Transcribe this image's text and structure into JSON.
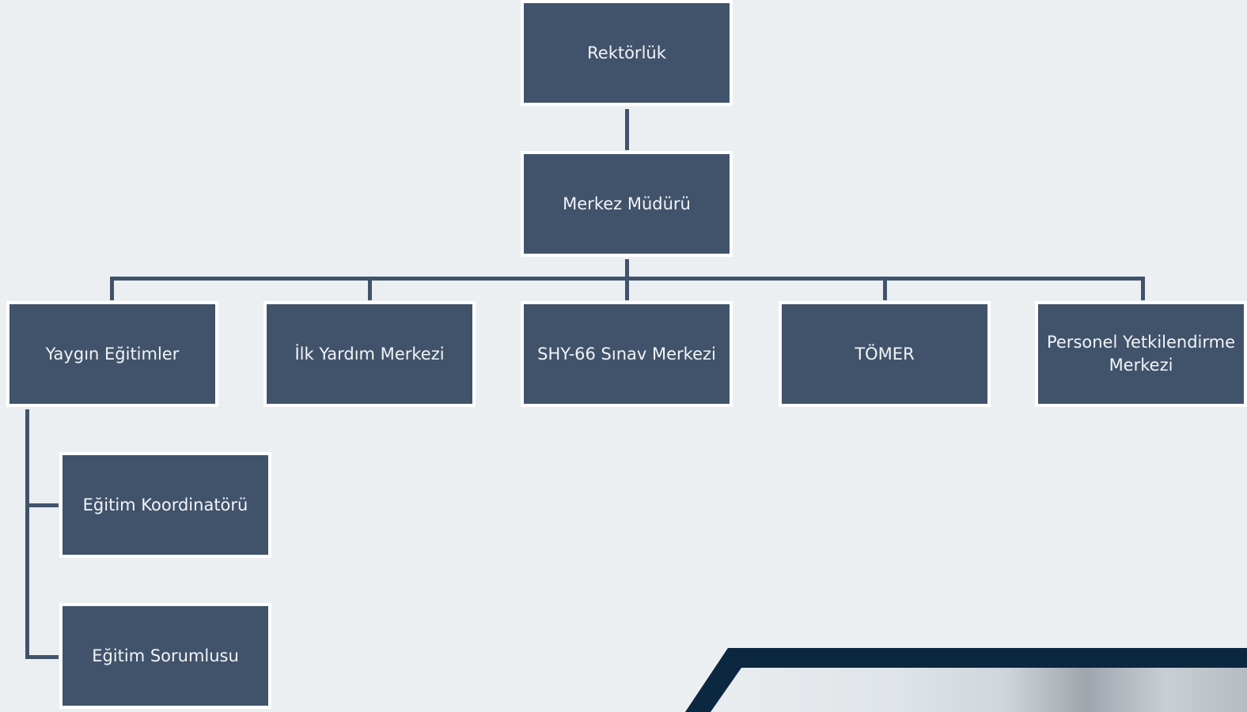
{
  "org_chart": {
    "root": {
      "label": "Rektörlük"
    },
    "director": {
      "label": "Merkez Müdürü"
    },
    "units": [
      {
        "label": "Yaygın Eğitimler"
      },
      {
        "label": "İlk Yardım Merkezi"
      },
      {
        "label": "SHY-66 Sınav Merkezi"
      },
      {
        "label": "TÖMER"
      },
      {
        "label": "Personel Yetkilendirme Merkezi"
      }
    ],
    "sub_units": [
      {
        "label": "Eğitim Koordinatörü"
      },
      {
        "label": "Eğitim Sorumlusu"
      }
    ]
  },
  "colors": {
    "background": "#ebeff2",
    "node_fill": "#41536b",
    "node_border": "#ffffff",
    "node_text": "#f1f4f7",
    "connector": "#41536b",
    "banner_dark": "#0c2740"
  }
}
